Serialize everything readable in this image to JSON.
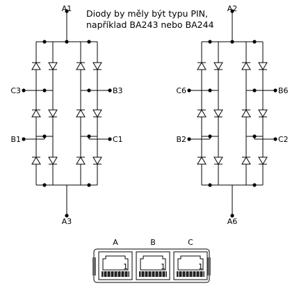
{
  "note": {
    "line1": "Diody by měly být typu PIN,",
    "line2": "například BA243 nebo BA244"
  },
  "bridge_left": {
    "top": "A1",
    "bottom": "A3",
    "left_upper": "C3",
    "right_upper": "B3",
    "left_lower": "B1",
    "right_lower": "C1"
  },
  "bridge_right": {
    "top": "A2",
    "bottom": "A6",
    "left_upper": "C6",
    "right_upper": "B6",
    "left_lower": "B2",
    "right_lower": "C2"
  },
  "connector": {
    "labels": [
      "A",
      "B",
      "C"
    ],
    "pin_marker": "1"
  }
}
